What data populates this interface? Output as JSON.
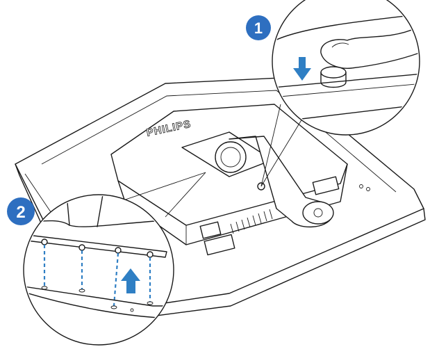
{
  "brand": {
    "label": "PHILIPS"
  },
  "steps": [
    {
      "label": "1",
      "color": "#2e6fc0"
    },
    {
      "label": "2",
      "color": "#2e6fc0"
    }
  ],
  "colors": {
    "arrow": "#2f7fc4",
    "line": "#1a1a1a"
  },
  "icons": [
    "down-arrow-icon",
    "up-arrow-icon"
  ]
}
